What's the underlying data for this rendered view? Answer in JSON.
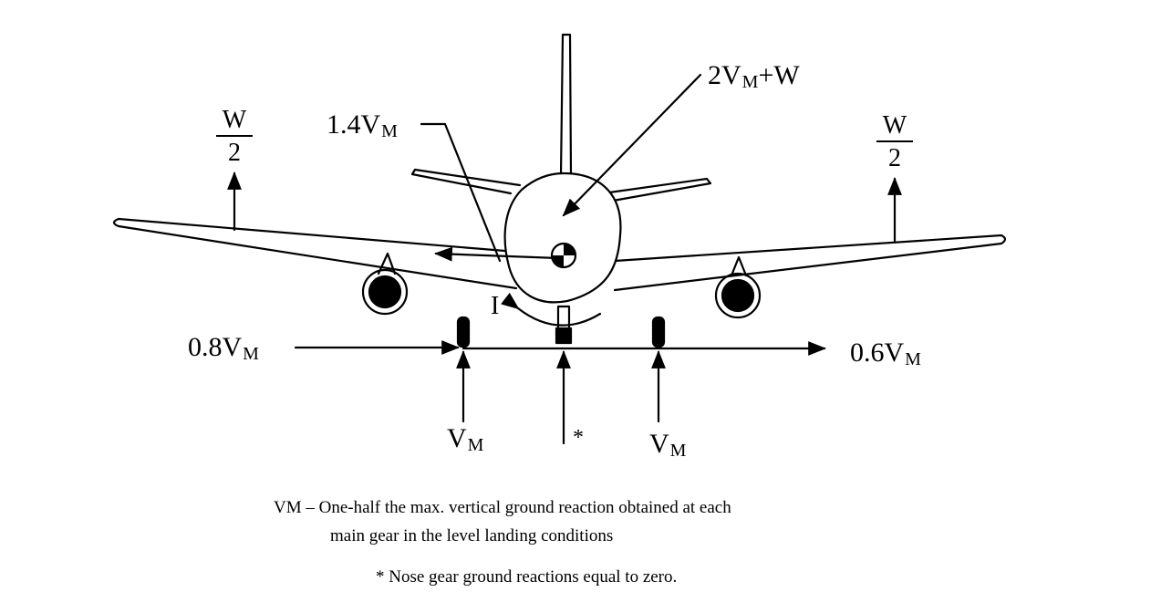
{
  "labels": {
    "v": "V",
    "m": "M",
    "top_force_prefix": "2",
    "top_force_suffix": "+W",
    "side_force_prefix": "1.4",
    "left_drag_prefix": "0.8",
    "right_drag_prefix": "0.6",
    "wing_lift_num": "W",
    "wing_lift_den": "2",
    "inertia": "I",
    "nose_star": "*"
  },
  "notes": {
    "vm_def_1": "VM – One-half the max. vertical ground reaction obtained at each",
    "vm_def_2": "main gear in the level landing conditions",
    "nose_note": "* Nose gear ground reactions equal to zero."
  },
  "colors": {
    "ink": "#000000",
    "paper": "#ffffff"
  }
}
